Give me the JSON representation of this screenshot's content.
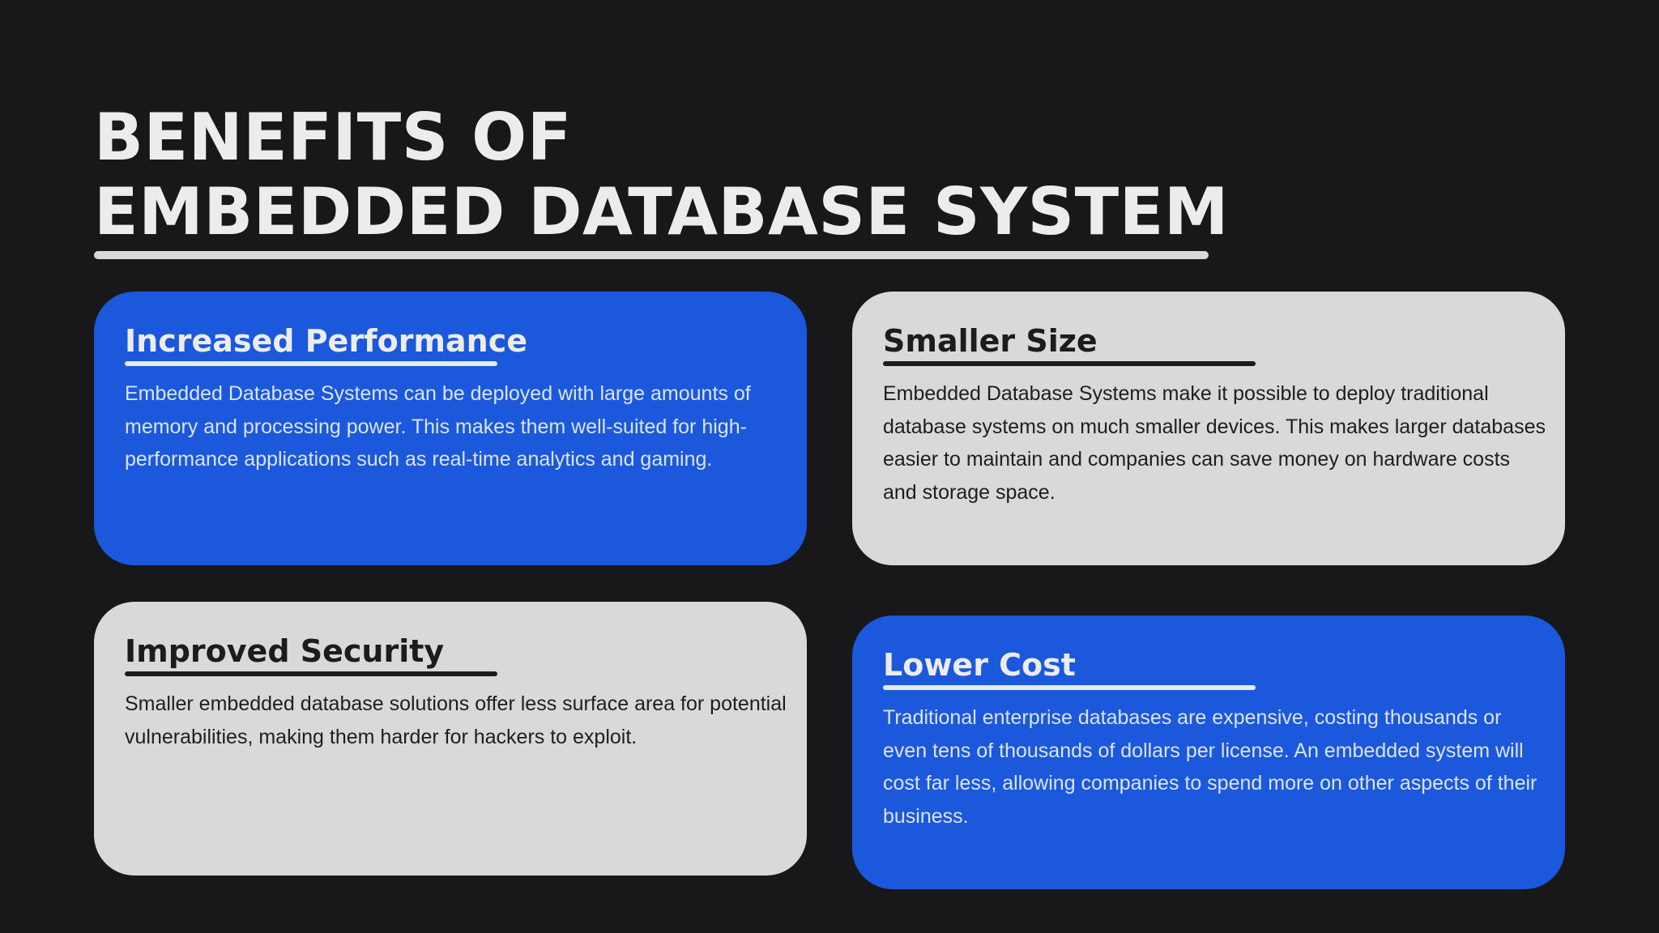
{
  "title": {
    "line1": "BENEFITS OF",
    "line2": "EMBEDDED DATABASE SYSTEM"
  },
  "cards": [
    {
      "heading": "Increased Performance",
      "body": "Embedded Database Systems can be deployed with large amounts of memory and processing power. This makes them well-suited for high-performance applications such as real-time analytics and gaming."
    },
    {
      "heading": "Smaller Size",
      "body": "Embedded Database Systems make it possible to deploy traditional database systems on much smaller devices. This makes larger databases easier to maintain and companies can save money on hardware costs and storage space."
    },
    {
      "heading": "Improved Security",
      "body": "Smaller embedded database solutions offer less surface area for potential vulnerabilities, making them harder for hackers to exploit."
    },
    {
      "heading": "Lower Cost",
      "body": "Traditional enterprise databases are expensive, costing thousands or even tens of thousands of dollars per license. An embedded system will cost far less, allowing companies to spend more on other aspects of their business."
    }
  ],
  "colors": {
    "background": "#18181a",
    "accent_blue": "#1b58dc",
    "card_gray": "#d9d9d9",
    "title_text": "#ececec"
  }
}
